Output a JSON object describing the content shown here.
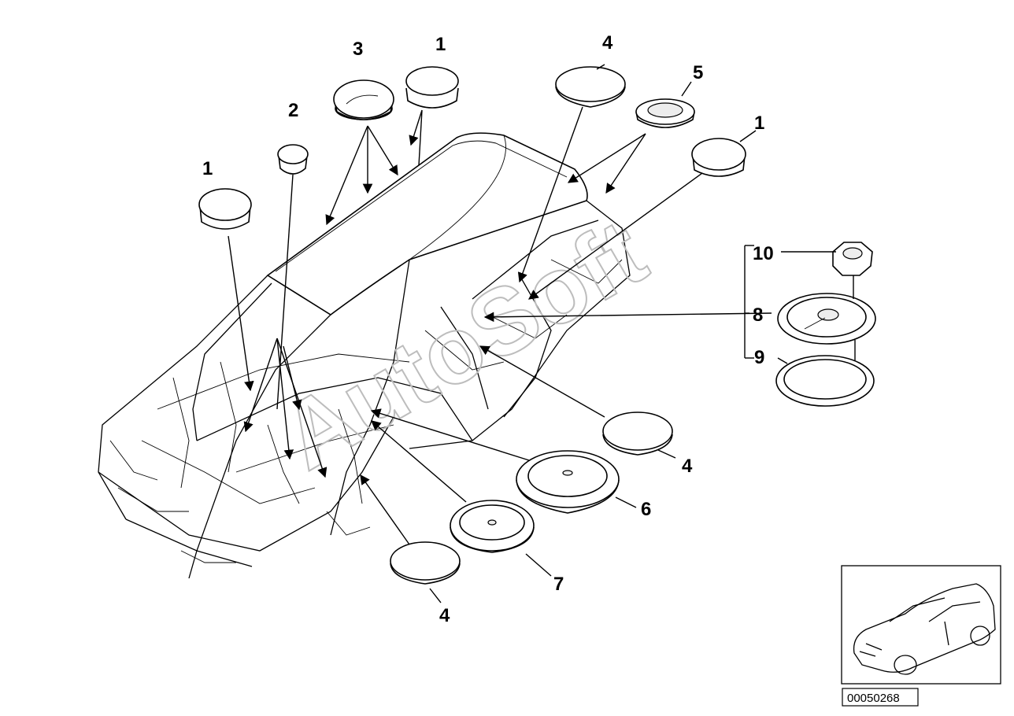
{
  "callouts": {
    "c3": "3",
    "c1a": "1",
    "c4a": "4",
    "c5": "5",
    "c2": "2",
    "c1b": "1",
    "c1c": "1",
    "c10": "10",
    "c8": "8",
    "c9": "9",
    "c4b": "4",
    "c6": "6",
    "c7": "7",
    "c4c": "4"
  },
  "watermark": "AutoSoft",
  "doc_number": "00050268",
  "icons": {
    "arrowhead": "arrowhead-icon",
    "nut": "hex-nut-icon",
    "grommet": "grommet-icon"
  }
}
